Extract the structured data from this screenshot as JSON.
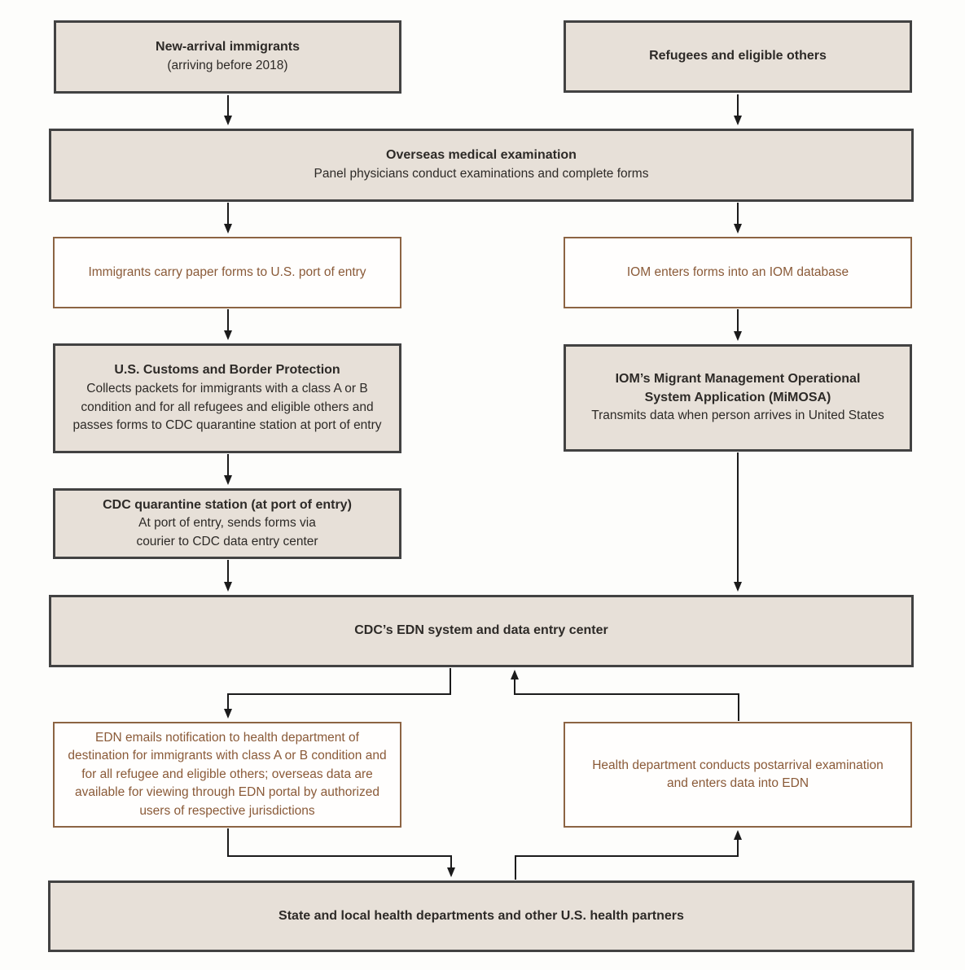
{
  "diagram": {
    "type": "flowchart",
    "colors": {
      "box_fill_tan": "#e7e0d8",
      "box_border_dark": "#424242",
      "box_border_brown": "#8c6443",
      "text_dark": "#2d2a27",
      "text_brown": "#8a5a38",
      "arrow": "#1b1b1b",
      "background": "#fdfdfb"
    },
    "nodes": {
      "new_arrival": {
        "title": "New-arrival immigrants",
        "subtitle": "(arriving before 2018)"
      },
      "refugees": {
        "title": "Refugees and eligible others"
      },
      "overseas": {
        "title": "Overseas medical examination",
        "body": "Panel physicians conduct examinations and complete forms"
      },
      "carry_forms": {
        "body": "Immigrants carry paper forms to U.S. port of entry"
      },
      "iom_enters": {
        "body": "IOM enters forms into an IOM database"
      },
      "cbp": {
        "title": "U.S. Customs and Border Protection",
        "body": "Collects packets for immigrants with a class A or B condition and for all refugees and eligible others and passes forms to CDC quarantine station at port of entry"
      },
      "mimosa": {
        "title": "IOM’s Migrant Management Operational System Application (MiMOSA)",
        "body": "Transmits data when person arrives in United States"
      },
      "quarantine": {
        "title": "CDC quarantine station (at port of entry)",
        "body": "At port of entry, sends forms via courier to CDC data entry center"
      },
      "edn": {
        "title": "CDC’s EDN system and data entry center"
      },
      "edn_emails": {
        "body": "EDN emails notification to health department of destination for immigrants with class A or B condition and for all refugee and eligible others; overseas data are available for viewing through EDN portal by authorized users of respective jurisdictions"
      },
      "health_dept": {
        "body": "Health department conducts postarrival examination and enters data into EDN"
      },
      "state_local": {
        "title": "State and local health departments and other U.S. health partners"
      }
    },
    "edges": [
      {
        "from": "new_arrival",
        "to": "overseas"
      },
      {
        "from": "refugees",
        "to": "overseas"
      },
      {
        "from": "overseas",
        "to": "carry_forms"
      },
      {
        "from": "overseas",
        "to": "iom_enters"
      },
      {
        "from": "carry_forms",
        "to": "cbp"
      },
      {
        "from": "iom_enters",
        "to": "mimosa"
      },
      {
        "from": "cbp",
        "to": "quarantine"
      },
      {
        "from": "quarantine",
        "to": "edn"
      },
      {
        "from": "mimosa",
        "to": "edn"
      },
      {
        "from": "edn",
        "to": "edn_emails"
      },
      {
        "from": "health_dept",
        "to": "edn"
      },
      {
        "from": "edn_emails",
        "to": "state_local"
      },
      {
        "from": "state_local",
        "to": "health_dept"
      }
    ]
  }
}
